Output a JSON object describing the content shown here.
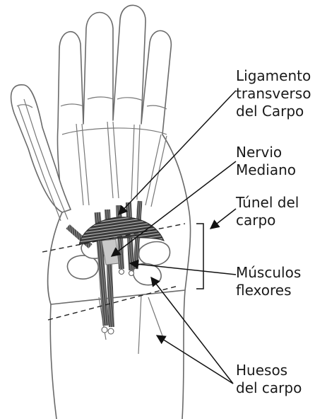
{
  "labels": {
    "ligamento": [
      "Ligamento",
      "transverso",
      "del Carpo"
    ],
    "nervio": [
      "Nervio",
      "Mediano"
    ],
    "tunel": [
      "Túnel del",
      "carpo"
    ],
    "musculos": [
      "Músculos",
      "flexores"
    ],
    "huesos": [
      "Huesos",
      "del carpo"
    ]
  },
  "colors": {
    "outline": "#6a6a6a",
    "ligament": "#2e2e2e",
    "nerve": "#c8c8c8",
    "tendons": "#3a3a3a",
    "leaders": "#111111"
  }
}
